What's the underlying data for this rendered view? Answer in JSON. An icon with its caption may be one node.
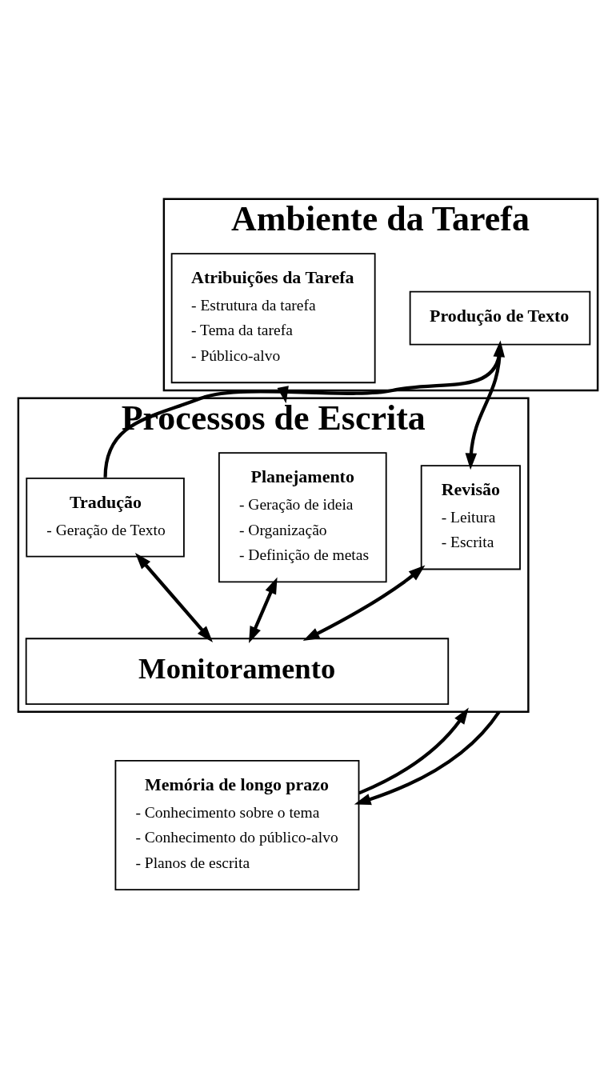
{
  "diagram": {
    "nodes": [
      {
        "text": [
          "Ambiente da Tarefa"
        ]
      },
      {
        "text": [
          "Atribuições da Tarefa",
          "- Estrutura da tarefa",
          "- Tema da tarefa",
          "- Público-alvo"
        ],
        "in": 0
      },
      {
        "text": [
          "Produção de Texto"
        ],
        "in": 0
      },
      {
        "text": [
          "Processos de Escrita"
        ]
      },
      {
        "text": [
          "Planejamento",
          "- Geração de ideia",
          "- Organização",
          "- Definição de metas"
        ],
        "in": 3
      },
      {
        "text": [
          "Tradução",
          "- Geração de Texto"
        ],
        "in": 3
      },
      {
        "text": [
          "Revisão",
          "- Leitura",
          "- Escrita"
        ],
        "in": 3
      },
      {
        "text": [
          "Monitoramento"
        ],
        "in": 3
      },
      {
        "text": [
          "Memória de longo prazo",
          "- Conhecimento sobre o tema",
          "- Conhecimento do público-alvo",
          "- Planos de escrita"
        ]
      }
    ],
    "edges": [
      {
        "from": 0,
        "to": 3,
        "arrow": "to"
      },
      {
        "from": 5,
        "to": 2,
        "arrow": "to"
      },
      {
        "from": 2,
        "to": 6,
        "arrow": "to"
      },
      {
        "from": 4,
        "to": 7,
        "arrow": "both"
      },
      {
        "from": 5,
        "to": 7,
        "arrow": "both"
      },
      {
        "from": 6,
        "to": 7,
        "arrow": "both"
      },
      {
        "from": 8,
        "to": 3,
        "arrow": "to"
      },
      {
        "from": 3,
        "to": 8,
        "arrow": "to"
      }
    ]
  }
}
